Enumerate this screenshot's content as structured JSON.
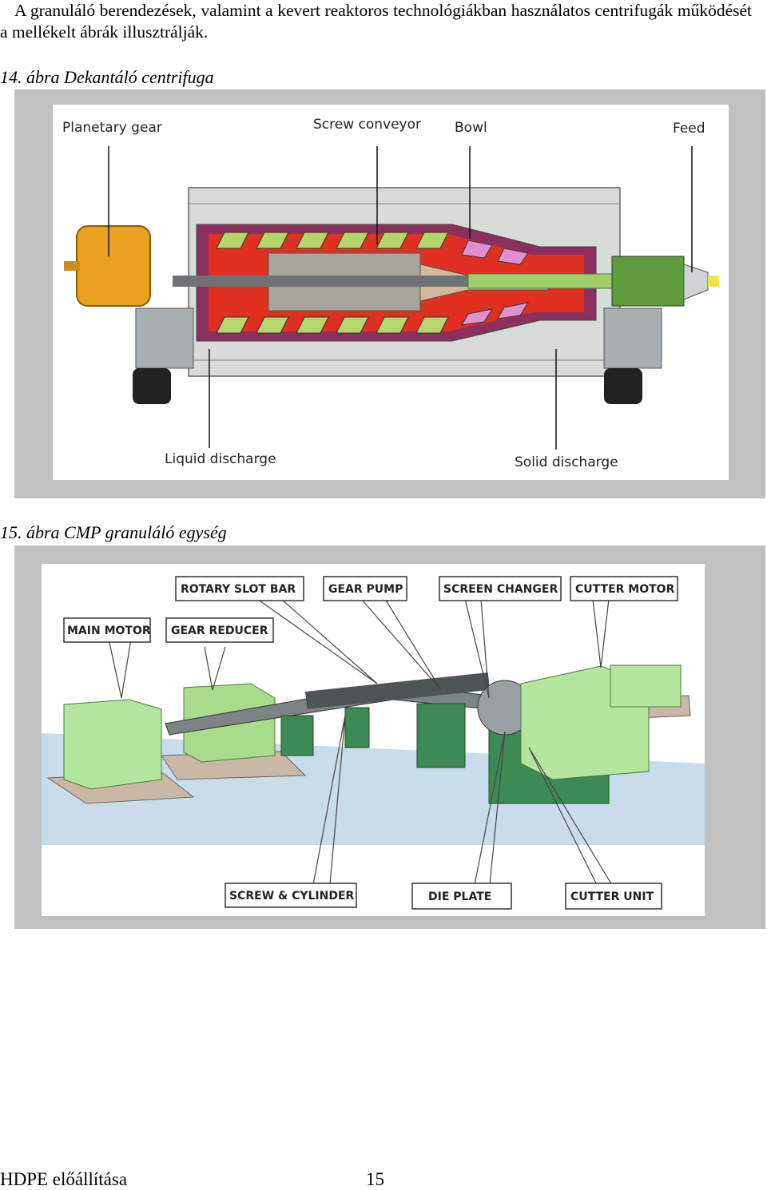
{
  "intro": "A granuláló berendezések, valamint a kevert reaktoros technológiákban használatos centrifugák működését a mellékelt ábrák illusztrálják.",
  "figure14": {
    "caption": "14. ábra Dekantáló centrifuga",
    "labels": {
      "planetary_gear": "Planetary gear",
      "screw_conveyor": "Screw conveyor",
      "bowl": "Bowl",
      "feed": "Feed",
      "liquid_discharge": "Liquid discharge",
      "solid_discharge": "Solid discharge"
    }
  },
  "figure15": {
    "caption": "15. ábra CMP granuláló egység",
    "labels": {
      "rotary_slot_bar": "ROTARY SLOT BAR",
      "gear_pump": "GEAR PUMP",
      "screen_changer": "SCREEN CHANGER",
      "cutter_motor": "CUTTER MOTOR",
      "main_motor": "MAIN MOTOR",
      "gear_reducer": "GEAR REDUCER",
      "screw_cylinder": "SCREW & CYLINDER",
      "die_plate": "DIE PLATE",
      "cutter_unit": "CUTTER UNIT"
    }
  },
  "footer": {
    "title": "HDPE előállítása",
    "page": "15"
  },
  "colors": {
    "frame_gray": "#c0c0c0",
    "machine_green": "#b5e6a0",
    "gear_orange": "#e9a21f",
    "bowl_red": "#e03020",
    "floor_blue": "#c9dcea"
  }
}
